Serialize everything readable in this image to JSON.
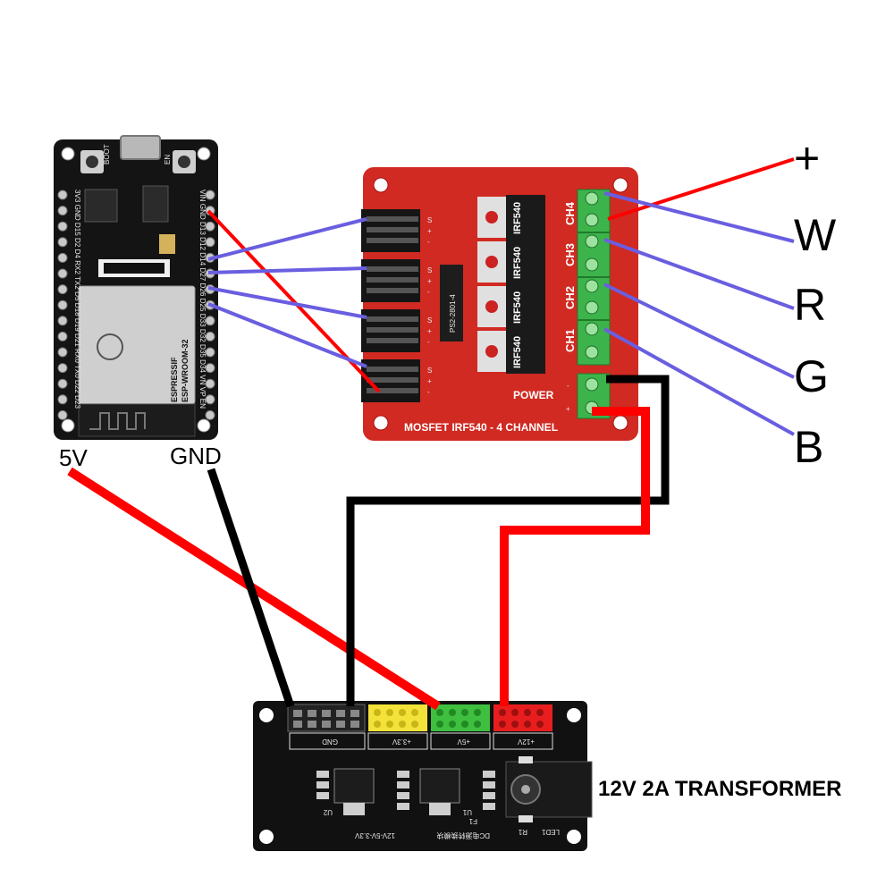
{
  "labels": {
    "plus": "+",
    "w": "W",
    "r": "R",
    "g": "G",
    "b": "B",
    "esp_5v": "5V",
    "esp_gnd": "GND",
    "transformer": "12V 2A TRANSFORMER"
  },
  "mosfet_board": {
    "title": "MOSFET IRF540 - 4 CHANNEL",
    "power_label": "POWER",
    "channels": [
      "CH4",
      "CH3",
      "CH2",
      "CH1"
    ],
    "transistor_label": "IRF540",
    "chip_label": "PS2-2801-4"
  },
  "esp32": {
    "boot": "BOOT",
    "en": "EN",
    "module": "ESP-WROOM-32",
    "module_sub": "ESPRESSIF",
    "left_pins": "3V3 GND D15 D2 D4 RX2 TX2 D5 D18 D19 D21 RX0 TX0 D22 D23",
    "right_pins": "VIN GND D13 D12 D14 D27 D26 D25 D33 D32 D35 D34 VN VP EN"
  },
  "psu_board": {
    "headers": [
      "GND",
      "+3.3V",
      "+5V",
      "+12V"
    ],
    "bottom_text": "12V-5V-3.3V",
    "bottom_text_cn": "DC电源转换模块",
    "u2": "U2",
    "u1": "U1",
    "led": "LED1",
    "r1": "R1",
    "f1": "F1"
  },
  "colors": {
    "wire_red": "#ff0000",
    "wire_black": "#000000",
    "wire_signal": "#6a5ee0",
    "mosfet_pcb": "#d02a22",
    "terminal_green": "#3cb44b",
    "header_yellow": "#f2e23a",
    "header_green": "#3fbf3f",
    "header_red": "#e81e1e"
  }
}
